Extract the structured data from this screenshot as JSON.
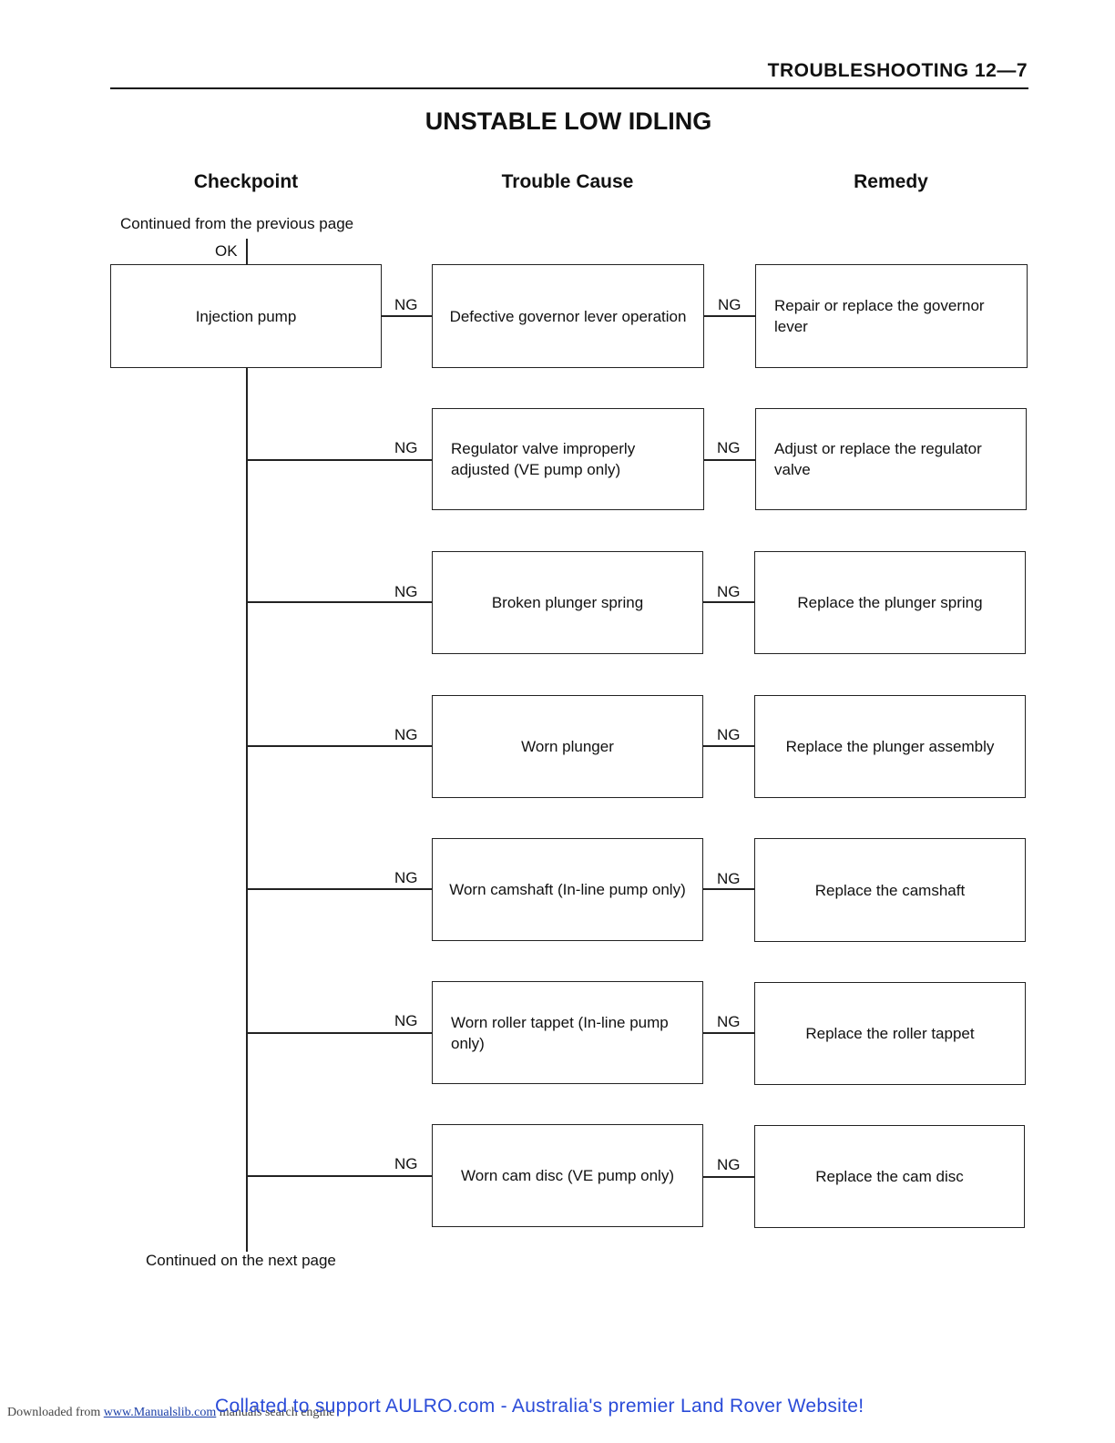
{
  "header": {
    "section": "TROUBLESHOOTING 12—7",
    "title": "UNSTABLE LOW IDLING"
  },
  "columns": {
    "checkpoint": "Checkpoint",
    "cause": "Trouble Cause",
    "remedy": "Remedy"
  },
  "flow": {
    "continued_from": "Continued from the previous page",
    "entry_label": "OK",
    "checkpoint": "Injection pump",
    "branch_label": "NG",
    "continued_to": "Continued on the next page"
  },
  "rows": [
    {
      "cause": "Defective governor lever operation",
      "remedy": "Repair or replace the governor lever"
    },
    {
      "cause": "Regulator valve improperly adjusted (VE pump only)",
      "remedy": "Adjust or replace the regulator valve"
    },
    {
      "cause": "Broken plunger spring",
      "remedy": "Replace the plunger spring"
    },
    {
      "cause": "Worn plunger",
      "remedy": "Replace the plunger assembly"
    },
    {
      "cause": "Worn camshaft (In-line pump only)",
      "remedy": "Replace the camshaft"
    },
    {
      "cause": "Worn roller tappet (In-line pump only)",
      "remedy": "Replace the roller tappet"
    },
    {
      "cause": "Worn cam disc (VE pump only)",
      "remedy": "Replace the cam disc"
    }
  ],
  "footer": {
    "downloaded_prefix": "Downloaded from",
    "site_link": "www.Manualslib.com",
    "site_suffix": "manuals search engine",
    "collated": "Collated to support AULRO.com - Australia's premier Land Rover Website!"
  }
}
